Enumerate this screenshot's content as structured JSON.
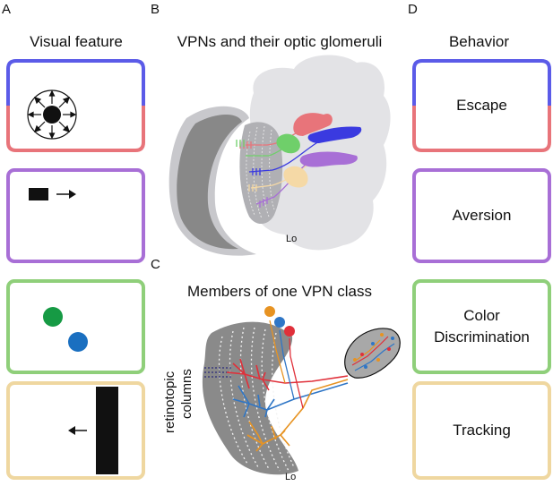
{
  "panels": {
    "a": {
      "letter": "A",
      "title": "Visual feature"
    },
    "b": {
      "letter": "B",
      "title": "VPNs and their optic glomeruli",
      "lobe_label": "Lo"
    },
    "c": {
      "letter": "C",
      "title": "Members of one VPN class",
      "side_label_line1": "retinotopic",
      "side_label_line2": "columns",
      "lobe_label": "Lo"
    },
    "d": {
      "letter": "D",
      "title": "Behavior"
    }
  },
  "behaviors": [
    {
      "label": "Escape",
      "color_top": "#5b5be8",
      "color_bottom": "#e8747a"
    },
    {
      "label": "Aversion",
      "color": "#a86fd6"
    },
    {
      "label": "Color\nDiscrimination",
      "color": "#8fcf7a"
    },
    {
      "label": "Tracking",
      "color": "#efd7a0"
    }
  ],
  "features": [
    {
      "kind": "looming",
      "color_top": "#5b5be8",
      "color_bottom": "#e8747a"
    },
    {
      "kind": "small-moving-object",
      "color": "#a86fd6"
    },
    {
      "kind": "color-dots",
      "color": "#8fcf7a",
      "dots": [
        "#169a44",
        "#1a6fc0"
      ]
    },
    {
      "kind": "moving-bar",
      "color": "#efd7a0"
    }
  ],
  "glomeruli_colors": [
    "#e8747a",
    "#6fcf6a",
    "#3a3ae0",
    "#a86fd6",
    "#f5d9a6"
  ],
  "vpn_class_colors": [
    "#e79322",
    "#2f76c6",
    "#e0303a"
  ]
}
